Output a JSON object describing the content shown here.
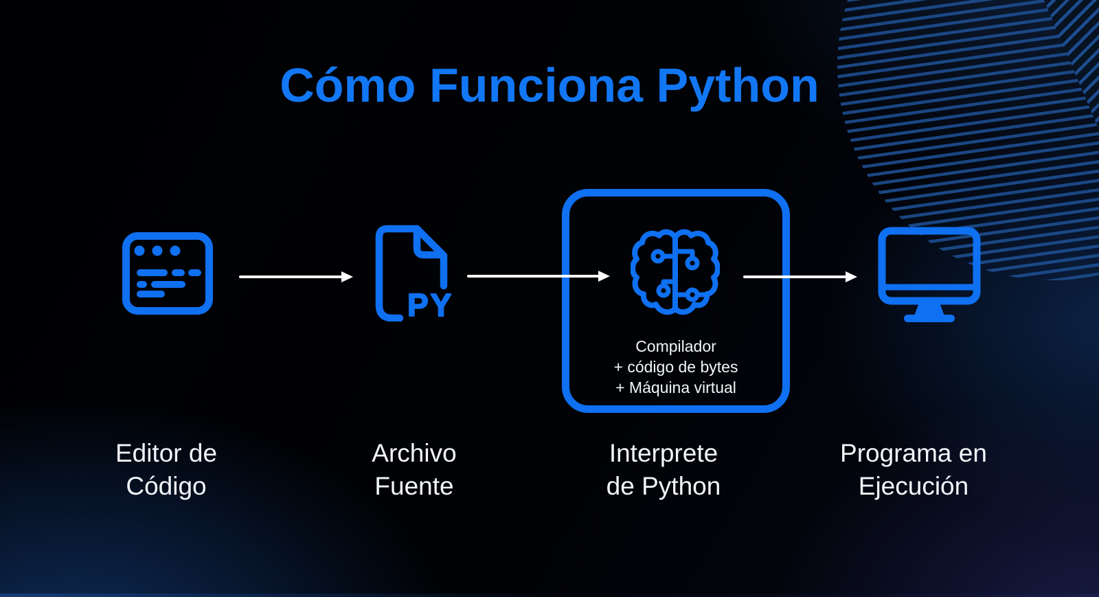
{
  "title": {
    "text": "Cómo Funciona Python"
  },
  "colors": {
    "accent_blue": "#0f70f2",
    "title_blue": "#1277f5",
    "arrow_white": "#ffffff",
    "label_white": "#f2f5fa",
    "pattern_line": "#1d4d8f"
  },
  "stages": [
    {
      "name": "code-editor",
      "label": [
        "Editor de",
        "Código"
      ]
    },
    {
      "name": "source-file",
      "label": [
        "Archivo",
        "Fuente"
      ],
      "badge": "PY"
    },
    {
      "name": "python-interpreter",
      "label": [
        "Interprete",
        "de Python"
      ],
      "box_lines": [
        "Compilador",
        "+ código de bytes",
        "+ Máquina virtual"
      ]
    },
    {
      "name": "running-program",
      "label": [
        "Programa en",
        "Ejecución"
      ]
    }
  ]
}
